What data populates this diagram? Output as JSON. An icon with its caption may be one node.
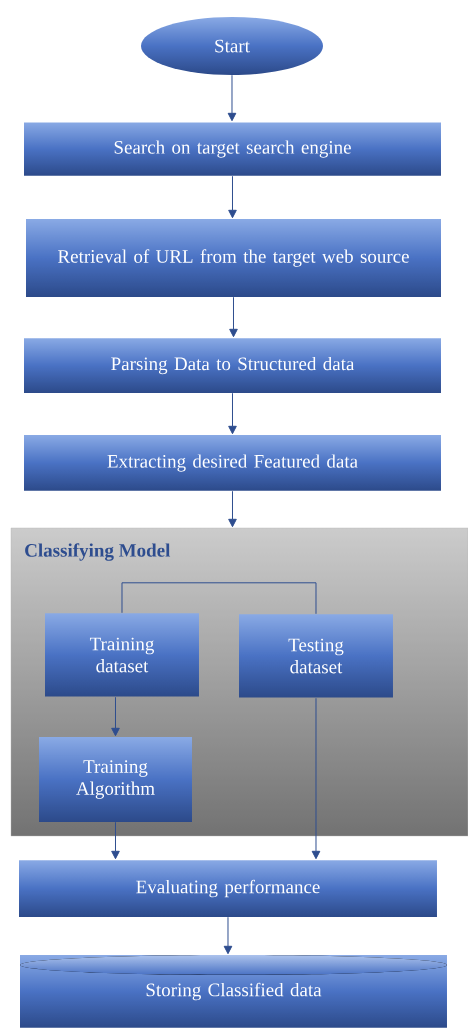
{
  "diagram": {
    "nodes": [
      {
        "text": [
          "Start"
        ]
      },
      {
        "text": [
          "Search on target search engine"
        ]
      },
      {
        "text": [
          "Retrieval of URL from the target web source"
        ]
      },
      {
        "text": [
          "Parsing Data to Structured data"
        ]
      },
      {
        "text": [
          "Extracting desired Featured data"
        ]
      },
      {
        "text": [
          "Classifying Model"
        ]
      },
      {
        "text": [
          "Training dataset"
        ],
        "in": 5
      },
      {
        "text": [
          "Testing dataset"
        ],
        "in": 5
      },
      {
        "text": [
          "Training Algorithm"
        ],
        "in": 5
      },
      {
        "text": [
          "Evaluating performance"
        ]
      },
      {
        "text": [
          "Storing Classified data"
        ]
      }
    ],
    "edges": [
      {
        "from": 0,
        "to": 1,
        "arrow": "to"
      },
      {
        "from": 1,
        "to": 2,
        "arrow": "to"
      },
      {
        "from": 2,
        "to": 3,
        "arrow": "to"
      },
      {
        "from": 3,
        "to": 4,
        "arrow": "to"
      },
      {
        "from": 4,
        "to": 5,
        "arrow": "to"
      },
      {
        "from": 6,
        "to": 7,
        "arrow": "none"
      },
      {
        "from": 6,
        "to": 8,
        "arrow": "to"
      },
      {
        "from": 8,
        "to": 9,
        "arrow": "to"
      },
      {
        "from": 7,
        "to": 9,
        "arrow": "to"
      },
      {
        "from": 9,
        "to": 10,
        "arrow": "to"
      }
    ]
  }
}
